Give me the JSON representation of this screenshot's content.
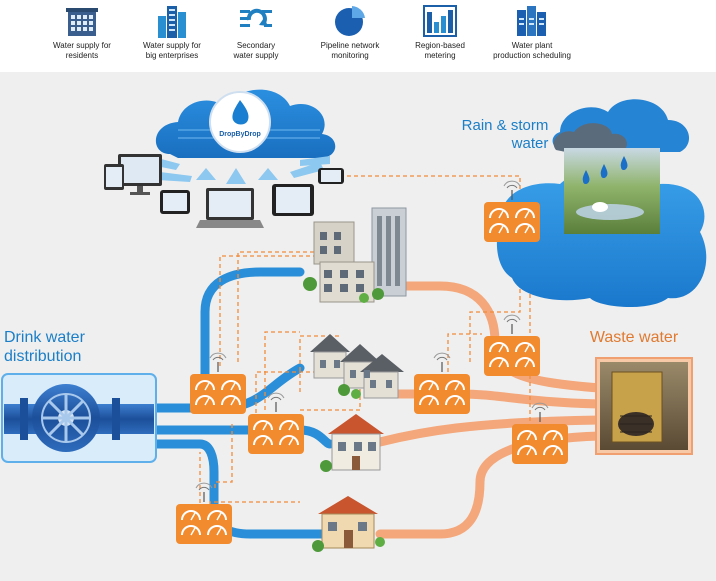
{
  "categories": [
    {
      "label": "Water supply for\nresidents",
      "icon": "apartment-building-icon",
      "color": "#3a5f8f"
    },
    {
      "label": "Water supply for\nbig enterprises",
      "icon": "skyscrapers-icon",
      "color": "#2a8fd0"
    },
    {
      "label": "Secondary\nwater supply",
      "icon": "recycle-water-icon",
      "color": "#1f7fc0"
    },
    {
      "label": "Pipeline network\nmonitoring",
      "icon": "pie-chart-icon",
      "color": "#1a5fb0"
    },
    {
      "label": "Region-based\nmetering",
      "icon": "bar-chart-icon",
      "color": "#2a8fd0"
    },
    {
      "label": "Water plant\nproduction scheduling",
      "icon": "server-rack-icon",
      "color": "#1a5fb0"
    }
  ],
  "cloud": {
    "brand": "DropByDrop"
  },
  "labels": {
    "rain": "Rain & storm\nwater",
    "waste": "Waste water",
    "drink": "Drink water\ndistribution"
  },
  "colors": {
    "blue_pipe": "#2a8fd8",
    "orange_pipe": "#f4a77a",
    "meter": "#f28a2e",
    "dashed": "#f08c3c",
    "label_blue": "#1a7fc8",
    "label_orange": "#e07a30"
  }
}
